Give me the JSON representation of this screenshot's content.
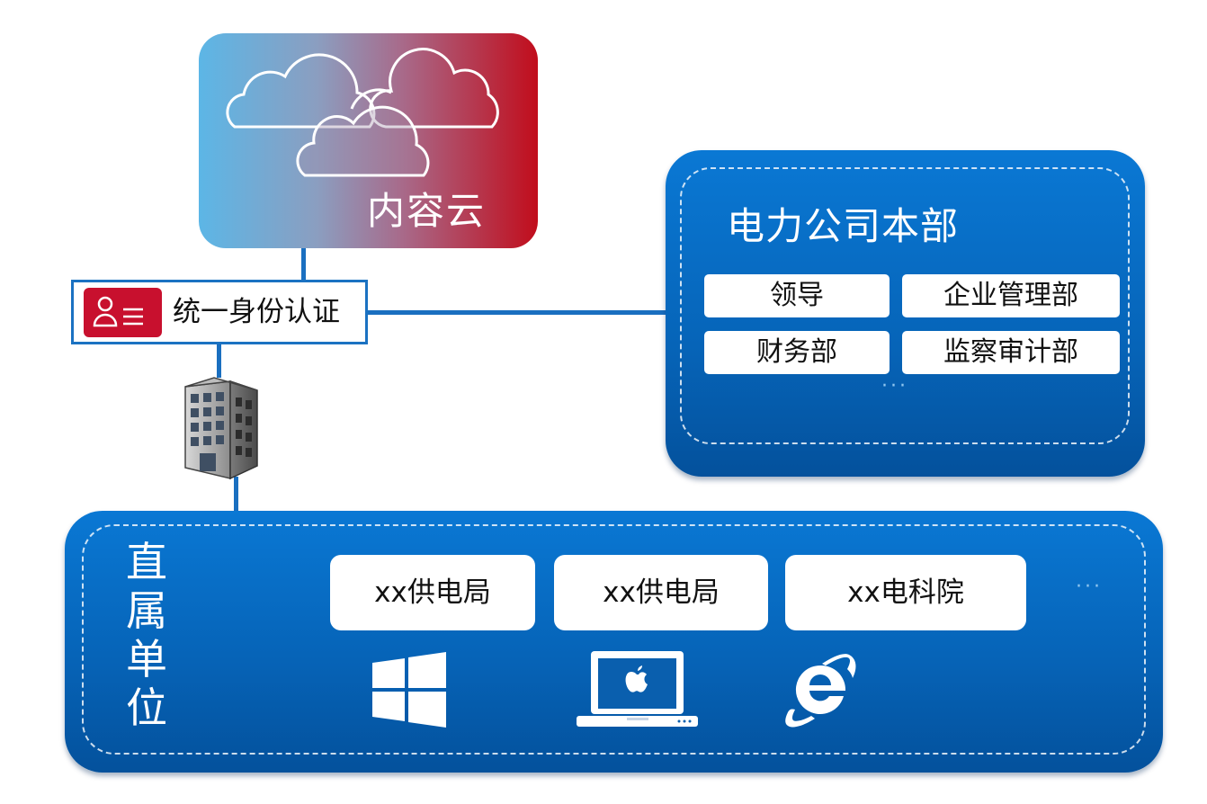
{
  "cloud": {
    "title": "内容云"
  },
  "auth": {
    "label": "统一身份认证"
  },
  "hq": {
    "title": "电力公司本部",
    "departments": [
      "领导",
      "企业管理部",
      "财务部",
      "监察审计部"
    ],
    "more": "···"
  },
  "direct_units": {
    "title_chars": [
      "直",
      "属",
      "单",
      "位"
    ],
    "units": [
      "xx供电局",
      "xx供电局",
      "xx电科院"
    ],
    "more": "···"
  },
  "icons": [
    "windows-icon",
    "mac-laptop-icon",
    "ie-browser-icon",
    "building-icon",
    "id-card-icon",
    "cloud-icon"
  ]
}
